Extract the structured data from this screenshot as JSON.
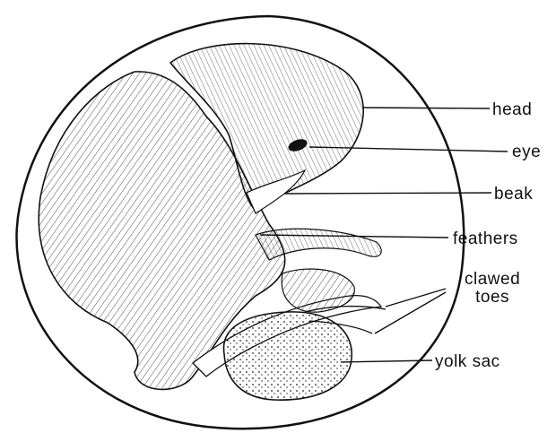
{
  "labels": {
    "head": "head",
    "eye": "eye",
    "beak": "beak",
    "feathers": "feathers",
    "clawed_toes_line1": "clawed",
    "clawed_toes_line2": "toes",
    "yolk_sac": "yolk sac"
  },
  "colors": {
    "ink": "#111111",
    "background": "#ffffff"
  }
}
